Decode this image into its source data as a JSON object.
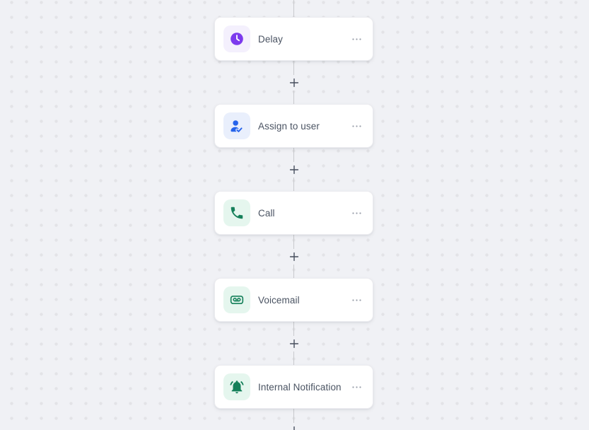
{
  "canvas": {
    "background_color": "#f0f1f5",
    "dot_color": "#e3e3e7",
    "connector_line_color": "#c9cacd"
  },
  "workflow": {
    "nodes": [
      {
        "label": "Delay",
        "icon": "clock-icon",
        "icon_color": "#7c3aed",
        "icon_bg": "#f4f0fd"
      },
      {
        "label": "Assign to user",
        "icon": "user-check-icon",
        "icon_color": "#2563eb",
        "icon_bg": "#e9effc"
      },
      {
        "label": "Call",
        "icon": "phone-icon",
        "icon_color": "#15805a",
        "icon_bg": "#e5f6ee"
      },
      {
        "label": "Voicemail",
        "icon": "voicemail-icon",
        "icon_color": "#15805a",
        "icon_bg": "#e5f6ee"
      },
      {
        "label": "Internal Notification",
        "icon": "bell-icon",
        "icon_color": "#15805a",
        "icon_bg": "#e5f6ee"
      }
    ],
    "node_menu_icon": "ellipsis-icon",
    "add_step_icon": "plus-icon",
    "colors": {
      "label_text": "#4a5362",
      "ellipsis_dots": "#9aa0ab",
      "plus_glyph": "#454d5c"
    }
  }
}
